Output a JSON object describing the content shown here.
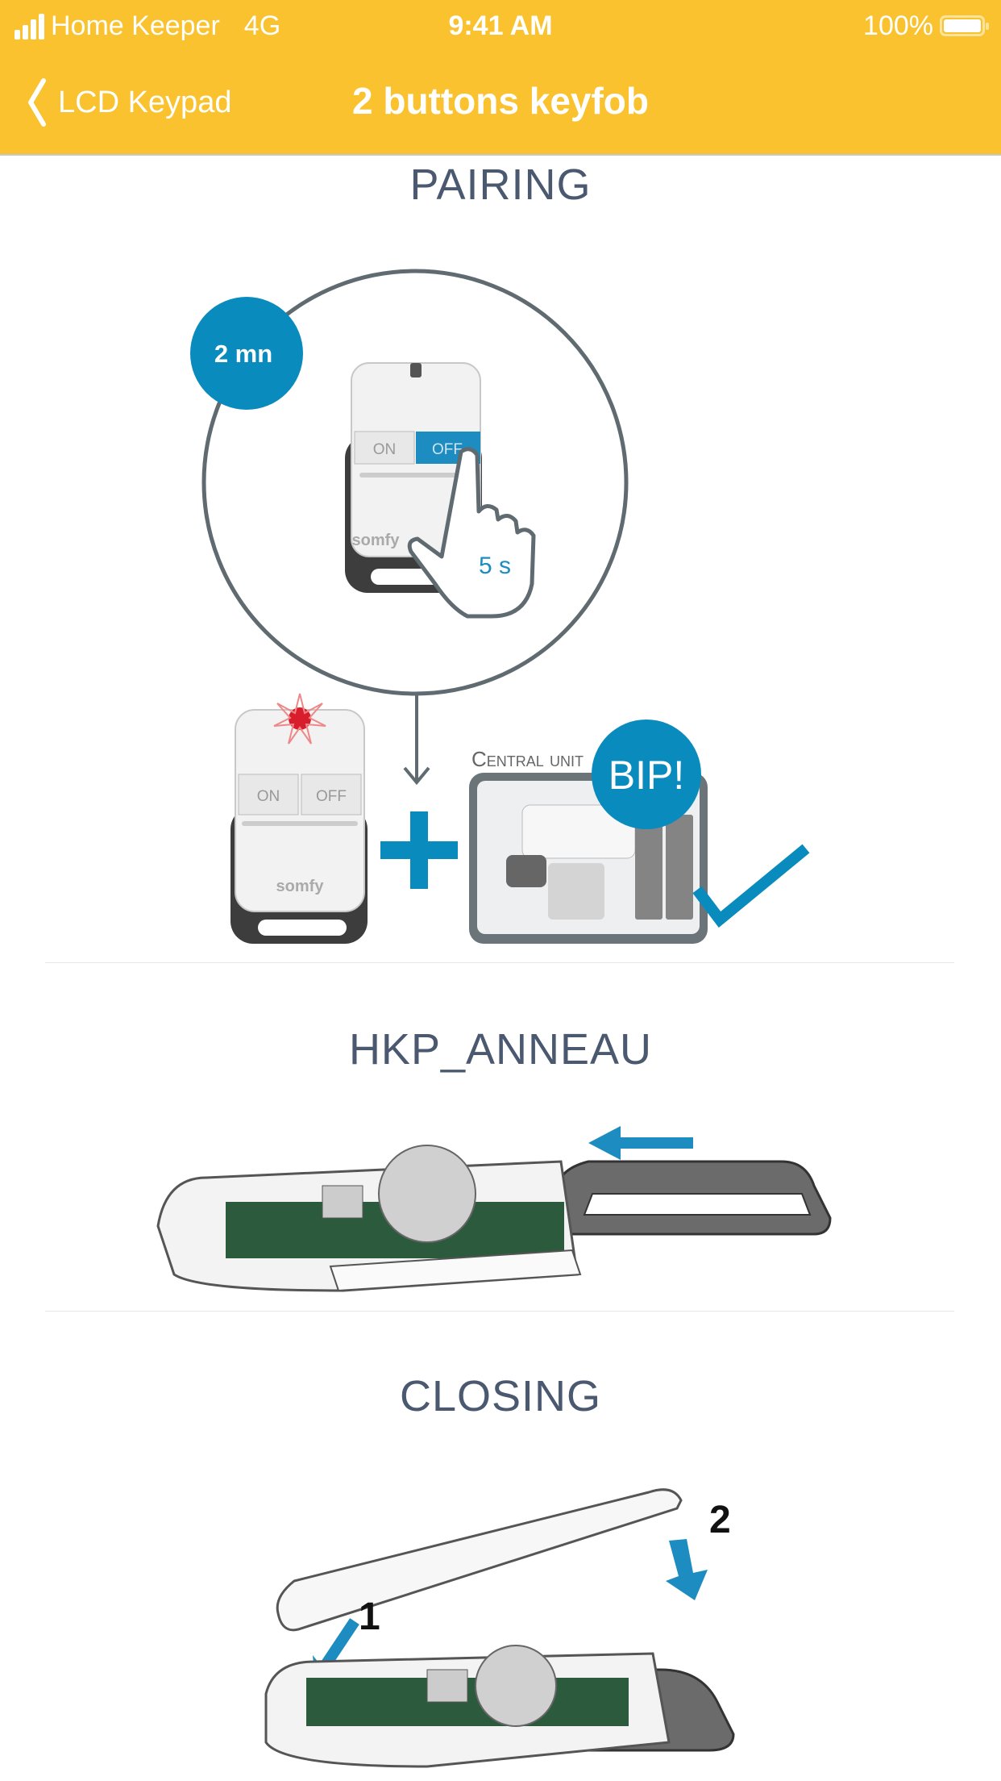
{
  "status_bar": {
    "carrier": "Home Keeper",
    "network": "4G",
    "time": "9:41 AM",
    "battery": "100%"
  },
  "nav": {
    "back_label": "LCD Keypad",
    "title": "2 buttons keyfob"
  },
  "sections": [
    {
      "title": "PAIRING",
      "illustration": {
        "timer_badge": "2 mn",
        "on_label": "ON",
        "off_label": "OFF",
        "hold_time": "5 s",
        "brand": "somfy",
        "central_unit_label": "Central unit",
        "beep_badge": "BIP!"
      }
    },
    {
      "title": "HKP_ANNEAU"
    },
    {
      "title": "CLOSING",
      "illustration": {
        "step1": "1",
        "step2": "2"
      }
    }
  ],
  "colors": {
    "nav_bg": "#F9C22E",
    "accent_blue": "#0A8BBD",
    "title_text": "#4A5870"
  }
}
